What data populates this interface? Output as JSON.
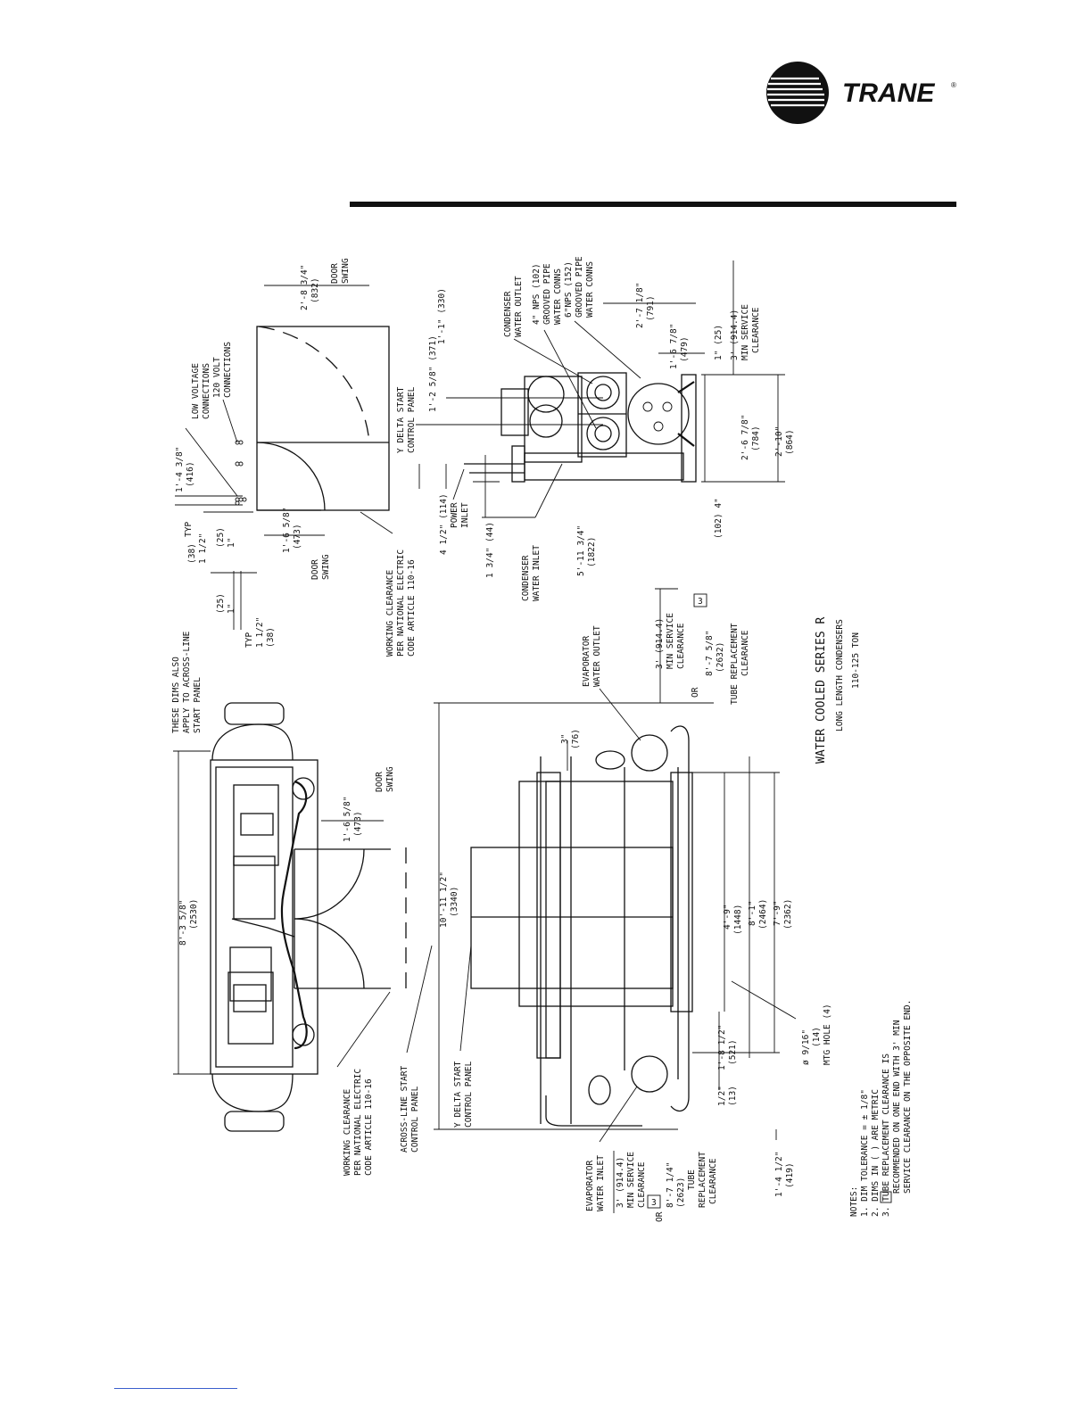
{
  "brand": {
    "name": "TRANE",
    "registered": "®"
  },
  "title": {
    "line1": "WATER COOLED SERIES R",
    "line2": "LONG LENGTH CONDENSERS",
    "line3": "110-125 TON"
  },
  "notes": {
    "heading": "NOTES:",
    "items": [
      "1.  DIM TOLERANCE = ± 1/8\"",
      "2.  DIMS IN ( ) ARE METRIC",
      "3.  TUBE REPLACEMENT CLEARANCE IS",
      "RECOMMENDED ON ONE END WITH 3' MIN",
      "SERVICE CLEARANCE ON THE OPPOSITE END."
    ],
    "marker": "3"
  },
  "top_view": {
    "overall": [
      "8'-3 5/8\"",
      "(2530)"
    ],
    "note": [
      "THESE DIMS ALSO",
      "APPLY TO ACROSS-LINE",
      "START PANEL"
    ],
    "door_swing_dim": [
      "1'-6 5/8\"",
      "(473)"
    ],
    "door_swing": [
      "DOOR",
      "SWING"
    ],
    "working_clearance": [
      "WORKING CLEARANCE",
      "PER NATIONAL ELECTRIC",
      "CODE ARTICLE 110-16"
    ],
    "across_line": [
      "ACROSS-LINE START",
      "CONTROL PANEL"
    ]
  },
  "front_view": {
    "overall": [
      "10'-11 1/2\"",
      "(3340)"
    ],
    "y_delta": [
      "Y DELTA START",
      "CONTROL PANEL"
    ],
    "dim_3": [
      "3\"",
      "(76)"
    ],
    "dim_4_9": [
      "4'-9\"",
      "(1448)"
    ],
    "dim_8_1": [
      "8'-1\"",
      "(2464)"
    ],
    "dim_7_9": [
      "7'-9\"",
      "(2362)"
    ],
    "dim_1_8": [
      "1'-8 1/2\"",
      "(521)"
    ],
    "dim_half": [
      "1/2\"",
      "(13)"
    ],
    "dim_1_4": [
      "1'-4 1/2\"",
      "(419)"
    ],
    "mtg_hole": [
      "ø 9/16\"",
      "(14)",
      "MTG HOLE (4)"
    ],
    "evap_outlet": [
      "EVAPORATOR",
      "WATER OUTLET"
    ],
    "evap_inlet": [
      "EVAPORATOR",
      "WATER INLET"
    ],
    "clear_right": [
      "3' (914.4)",
      "MIN SERVICE",
      "CLEARANCE",
      "OR",
      "8'-7 5/8\"",
      "(2632)",
      "TUBE REPLACEMENT",
      "CLEARANCE"
    ],
    "clear_left": [
      "3' (914.4)",
      "MIN SERVICE",
      "CLEARANCE",
      "OR",
      "8'-7 1/4\"",
      "(2623)",
      "TUBE",
      "REPLACEMENT",
      "CLEARANCE"
    ]
  },
  "panel_view": {
    "low_voltage": [
      "LOW VOLTAGE",
      "CONNECTIONS"
    ],
    "volt_120": [
      "120 VOLT",
      "CONNECTIONS"
    ],
    "dim_1_4_3": [
      "1'-4 3/8\"",
      "(416)"
    ],
    "dim_38_typ": [
      "(38)",
      "1 1/2\"",
      "TYP"
    ],
    "dim_25_1": [
      "(25)",
      "1\""
    ],
    "dim_25_1b": [
      "(25)",
      "1\""
    ],
    "dim_typ_b": [
      "TYP",
      "1 1/2\"",
      "(38)"
    ],
    "dim_1_6": [
      "1'-6 5/8\"",
      "(473)"
    ],
    "door_swing_a": [
      "DOOR",
      "SWING"
    ],
    "dim_2_8": [
      "2'-8 3/4\"",
      "(832)"
    ],
    "door_swing_b": [
      "DOOR",
      "SWING"
    ],
    "working_clearance": [
      "WORKING CLEARANCE",
      "PER NATIONAL ELECTRIC",
      "CODE ARTICLE 110-16"
    ],
    "y_delta": [
      "Y DELTA START",
      "CONTROL PANEL"
    ]
  },
  "end_view": {
    "cond_outlet": [
      "CONDENSER",
      "WATER OUTLET"
    ],
    "nps4": [
      "4\" NPS (102)",
      "GROOVED PIPE",
      "WATER CONNS"
    ],
    "nps6": [
      "6\"NPS (152)",
      "GROOVED PIPE",
      "WATER CONNS"
    ],
    "dim_1_2_5": "1'-2 5/8\" (371)",
    "dim_1_1": "1'-1\" (330)",
    "dim_2_7": [
      "2'-7 1/8\"",
      "(791)"
    ],
    "dim_1_6_7": [
      "1'-6 7/8\"",
      "(479)"
    ],
    "dim_1": "1\" (25)",
    "clear": [
      "3' (914.4)",
      "MIN SERVICE",
      "CLEARANCE"
    ],
    "dim_2_6": [
      "2'-6 7/8\"",
      "(784)"
    ],
    "dim_2_10": [
      "2'-10\"",
      "(864)"
    ],
    "dim_4": "(102) 4\"",
    "dim_5_11": [
      "5'-11 3/4\"",
      "(1822)"
    ],
    "cond_inlet": [
      "CONDENSER",
      "WATER INLET"
    ],
    "dim_4_half": [
      "4 1/2\" (114)",
      "POWER",
      "INLET"
    ],
    "dim_1_3": "1 3/4\" (44)"
  }
}
